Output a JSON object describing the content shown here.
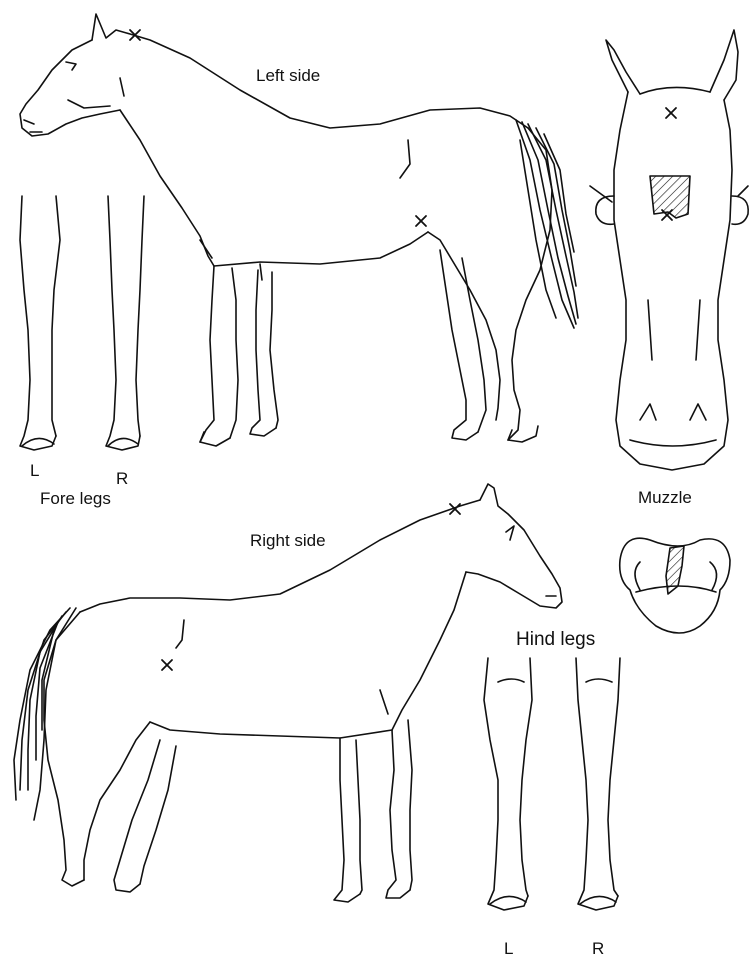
{
  "labels": {
    "left_side": "Left side",
    "right_side": "Right side",
    "fore_legs": "Fore legs",
    "hind_legs": "Hind legs",
    "muzzle": "Muzzle",
    "fore_l": "L",
    "fore_r": "R",
    "hind_l": "L",
    "hind_r": "R"
  },
  "colors": {
    "line": "#111111",
    "background": "#ffffff"
  }
}
